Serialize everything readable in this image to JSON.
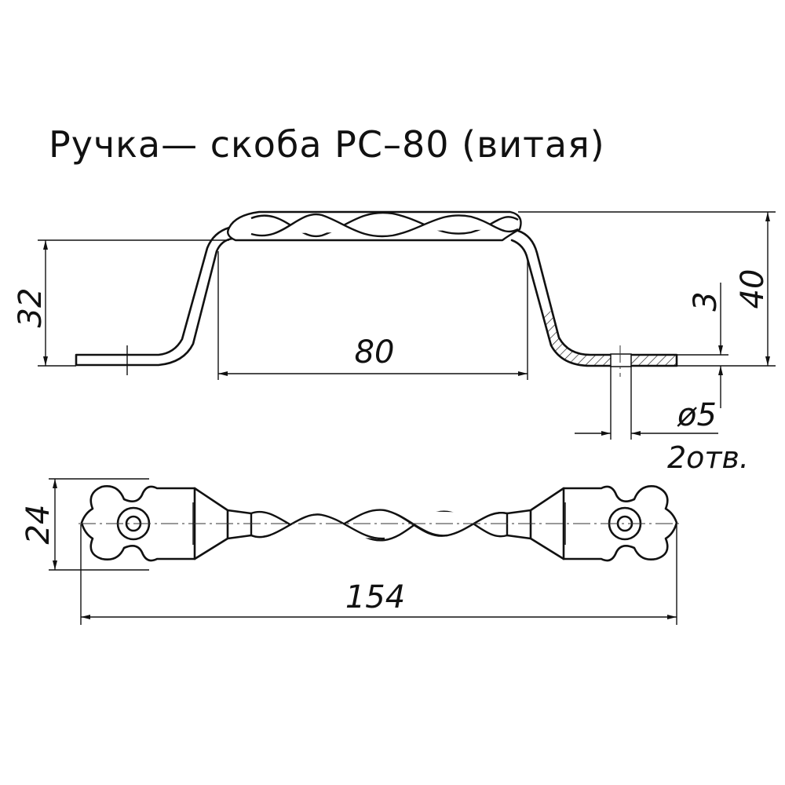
{
  "title": "Ручка— скоба  РС–80  (витая)",
  "dimensions": {
    "height_base": "32",
    "inner_length": "80",
    "total_height": "40",
    "thickness": "3",
    "hole_diameter": "ø5",
    "hole_count": "2отв.",
    "width": "24",
    "total_length": "154"
  },
  "colors": {
    "line": "#111111",
    "background": "#ffffff"
  }
}
